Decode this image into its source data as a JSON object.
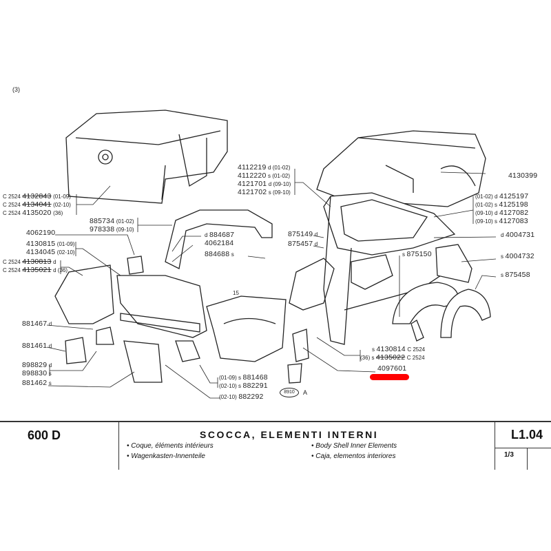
{
  "sheet_ref": "(3)",
  "callouts": [
    {
      "pre": "C 2524",
      "num": "4132843",
      "post": "(01-09)",
      "struck": true
    },
    {
      "pre": "C 2524",
      "num": "4134041",
      "post": "(02-10)",
      "struck": true
    },
    {
      "pre": "C 2524",
      "num": "4135020",
      "post": "(36)",
      "struck": false
    },
    {
      "pre": "",
      "num": "885734",
      "post": "(01-02)",
      "struck": false
    },
    {
      "pre": "",
      "num": "978338",
      "post": "(09-10)",
      "struck": false
    },
    {
      "pre": "",
      "num": "4062190",
      "post": "",
      "struck": false
    },
    {
      "pre": "",
      "num": "4130815",
      "post": "(01-09)",
      "struck": false
    },
    {
      "pre": "",
      "num": "4134045",
      "post": "(02-10)",
      "struck": false
    },
    {
      "pre": "C 2524",
      "num": "4130813",
      "post": "d",
      "struck": true
    },
    {
      "pre": "C 2524",
      "num": "4135021",
      "post": "d (36)",
      "struck": true
    },
    {
      "pre": "",
      "num": "881467",
      "post": "d",
      "struck": false
    },
    {
      "pre": "",
      "num": "881461",
      "post": "d",
      "struck": false
    },
    {
      "pre": "",
      "num": "898829",
      "post": "d",
      "struck": false
    },
    {
      "pre": "",
      "num": "898830",
      "post": "s",
      "struck": false
    },
    {
      "pre": "",
      "num": "881462",
      "post": "s",
      "struck": false
    },
    {
      "pre": "",
      "num": "4112219",
      "post": "d (01-02)",
      "struck": false
    },
    {
      "pre": "",
      "num": "4112220",
      "post": "s (01-02)",
      "struck": false
    },
    {
      "pre": "",
      "num": "4121701",
      "post": "d (09-10)",
      "struck": false
    },
    {
      "pre": "",
      "num": "4121702",
      "post": "s (09-10)",
      "struck": false
    },
    {
      "pre": "d",
      "num": "884687",
      "post": "",
      "struck": false
    },
    {
      "pre": "",
      "num": "4062184",
      "post": "",
      "struck": false
    },
    {
      "pre": "",
      "num": "884688",
      "post": "s",
      "struck": false
    },
    {
      "pre": "",
      "num": "875149",
      "post": "d",
      "struck": false
    },
    {
      "pre": "",
      "num": "875457",
      "post": "d",
      "struck": false
    },
    {
      "pre": "",
      "num": "4130399",
      "post": "",
      "struck": false
    },
    {
      "pre": "(01-02) d",
      "num": "4125197",
      "post": "",
      "struck": false
    },
    {
      "pre": "(01-02) s",
      "num": "4125198",
      "post": "",
      "struck": false
    },
    {
      "pre": "(09-10) d",
      "num": "4127082",
      "post": "",
      "struck": false
    },
    {
      "pre": "(09-10) s",
      "num": "4127083",
      "post": "",
      "struck": false
    },
    {
      "pre": "d",
      "num": "4004731",
      "post": "",
      "struck": false
    },
    {
      "pre": "s",
      "num": "875150",
      "post": "",
      "struck": false
    },
    {
      "pre": "s",
      "num": "4004732",
      "post": "",
      "struck": false
    },
    {
      "pre": "s",
      "num": "875458",
      "post": "",
      "struck": false
    },
    {
      "pre": "s",
      "num": "4130814",
      "post": "C 2524",
      "struck": false
    },
    {
      "pre": "(36) s",
      "num": "4135022",
      "post": "C 2524",
      "struck": true
    },
    {
      "pre": "",
      "num": "4097601",
      "post": "",
      "struck": false
    },
    {
      "pre": "(01-09) s",
      "num": "881468",
      "post": "",
      "struck": false
    },
    {
      "pre": "(02-10) s",
      "num": "882291",
      "post": "",
      "struck": false
    },
    {
      "pre": "(02-10)",
      "num": "882292",
      "post": "",
      "struck": false
    }
  ],
  "part_marker": "15",
  "drawing_code": "8910",
  "drawing_suffix": "A",
  "highlight_color": "#ff0000",
  "footer": {
    "model": "600 D",
    "title": "SCOCCA, ELEMENTI INTERNI",
    "translations": [
      "• Coque, éléments intérieurs",
      "• Wagenkasten-Innenteile",
      "• Body Shell Inner Elements",
      "• Caja, elementos interiores"
    ],
    "code": "L1.04",
    "page": "1/3"
  }
}
